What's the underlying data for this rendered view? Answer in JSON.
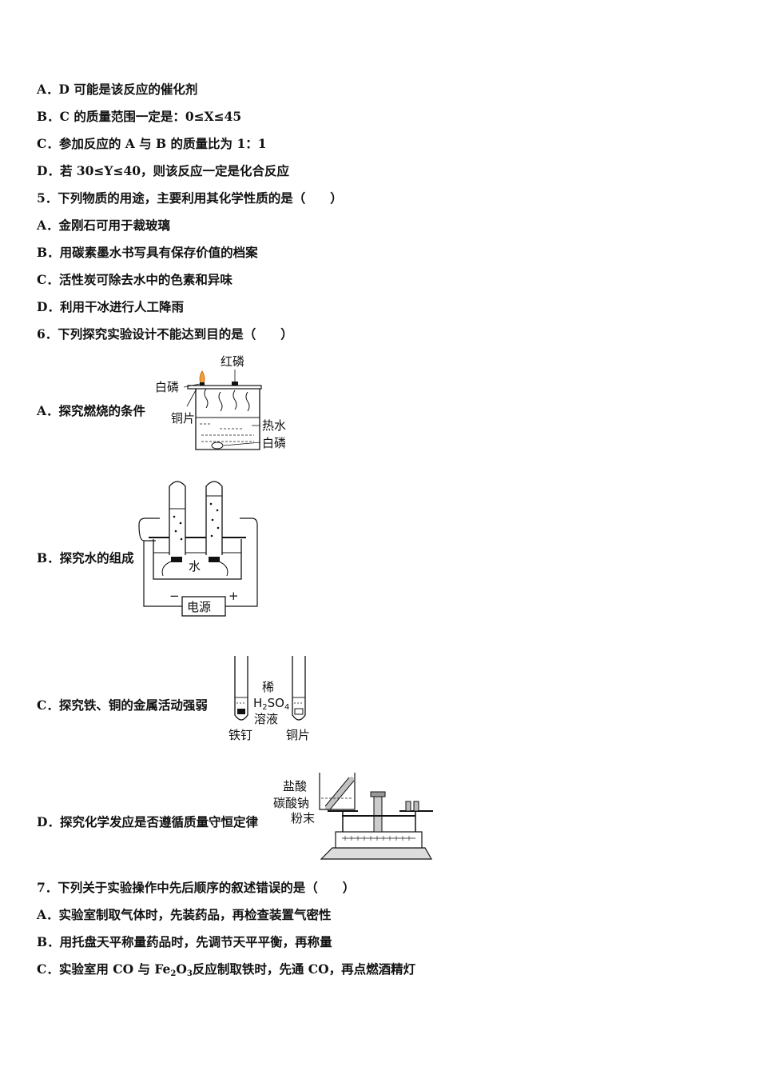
{
  "q4_options": [
    "A．D 可能是该反应的催化剂",
    "B．C 的质量范围一定是：0≤X≤45",
    "C．参加反应的 A 与 B 的质量比为 1：1",
    "D．若 30≤Y≤40，则该反应一定是化合反应"
  ],
  "q5": {
    "stem": "5．下列物质的用途，主要利用其化学性质的是（　　）",
    "options": [
      "A．金刚石可用于裁玻璃",
      "B．用碳素墨水书写具有保存价值的档案",
      "C．活性炭可除去水中的色素和异味",
      "D．利用干冰进行人工降雨"
    ]
  },
  "q6": {
    "stem": "6．下列探究实验设计不能达到目的是（　　）",
    "options": [
      "A．探究燃烧的条件",
      "B．探究水的组成",
      "C．探究铁、铜的金属活动强弱",
      "D．探究化学发应是否遵循质量守恒定律"
    ],
    "fig_a": {
      "red_p": "红磷",
      "white_p_top": "白磷",
      "copper": "铜片",
      "hot_water": "热水",
      "white_p_bottom": "白磷"
    },
    "fig_b": {
      "water": "水",
      "power": "电源",
      "minus": "−",
      "plus": "+"
    },
    "fig_c": {
      "dilute": "稀",
      "acid_h": "H",
      "acid_2": "2",
      "acid_so": "SO",
      "acid_4": "4",
      "solution": "溶液",
      "iron_nail": "铁钉",
      "copper_piece": "铜片"
    },
    "fig_d": {
      "hcl": "盐酸",
      "na2co3": "碳酸钠",
      "powder": "粉末"
    }
  },
  "q7": {
    "stem": "7．下列关于实验操作中先后顺序的叙述错误的是（　　）",
    "option_a": "A．实验室制取气体时，先装药品，再检查装置气密性",
    "option_b": "B．用托盘天平称量药品时，先调节天平平衡，再称量",
    "option_c_pre": "C．实验室用 CO 与 Fe",
    "option_c_sub1": "2",
    "option_c_mid": "O",
    "option_c_sub2": "3",
    "option_c_post": "反应制取铁时，先通 CO，再点燃酒精灯"
  }
}
